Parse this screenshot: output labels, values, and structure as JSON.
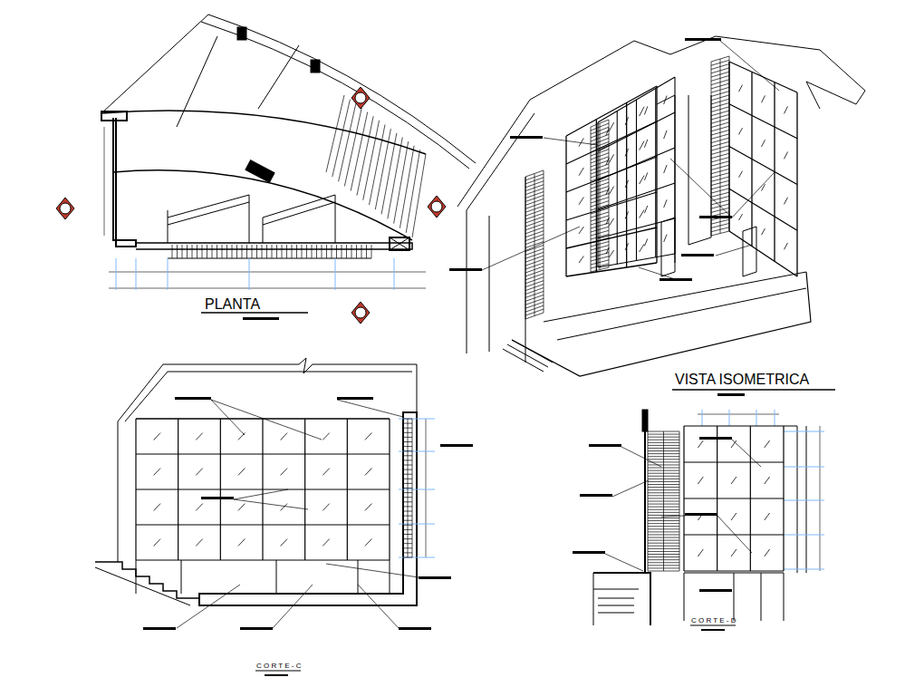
{
  "diagram": {
    "labels": [
      "PLANTA",
      "VISTA ISOMETRICA",
      "C O R T E - C",
      "C O R T E - D"
    ]
  }
}
